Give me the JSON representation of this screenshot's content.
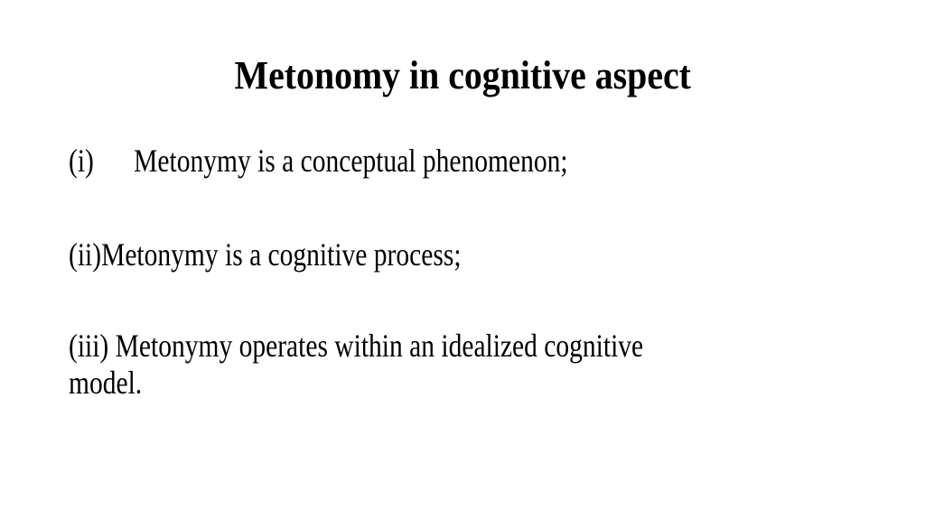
{
  "slide": {
    "title": "Metonomy in cognitive aspect",
    "items": [
      {
        "marker": "(i)",
        "text": "Metonymy is a conceptual phenomenon;"
      },
      {
        "marker": "(ii)",
        "text": "Metonymy is a cognitive process;"
      },
      {
        "marker": "(iii)",
        "text": " Metonymy operates within an idealized cognitive",
        "text_line2": "model."
      }
    ]
  }
}
